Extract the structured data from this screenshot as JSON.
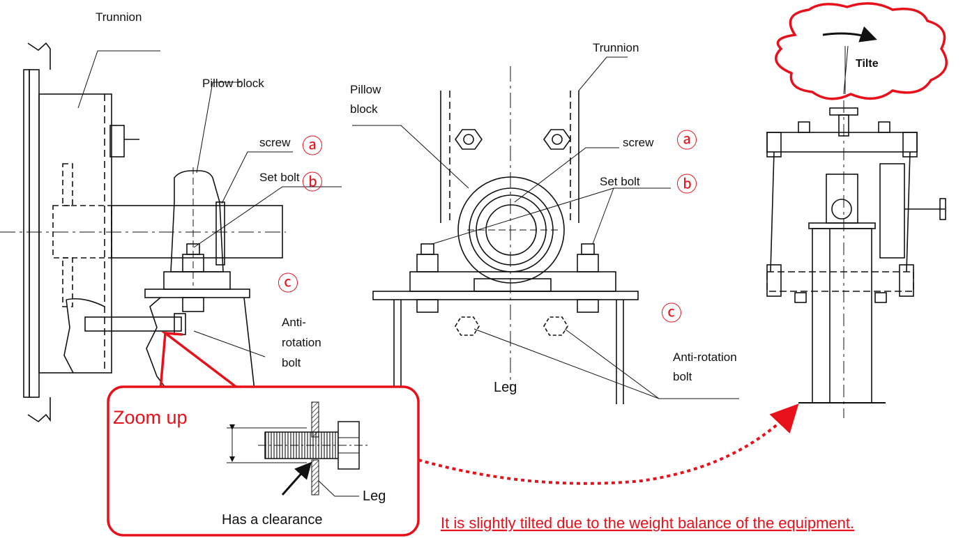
{
  "side_view": {
    "trunnion": "Trunnion",
    "pillow_block": "Pillow block",
    "screw": "screw",
    "set_bolt": "Set bolt",
    "anti_rotation_1": "Anti-",
    "anti_rotation_2": "rotation",
    "anti_rotation_3": "bolt",
    "marker_a": "ⓐ",
    "marker_b": "ⓑ",
    "marker_c": "ⓒ"
  },
  "front_view": {
    "trunnion": "Trunnion",
    "pillow_1": "Pillow",
    "pillow_2": "block",
    "screw": "screw",
    "set_bolt": "Set bolt",
    "leg": "Leg",
    "anti_rotation_1": "Anti-rotation",
    "anti_rotation_2": "bolt",
    "marker_a": "ⓐ",
    "marker_b": "ⓑ",
    "marker_c": "ⓒ"
  },
  "zoom": {
    "title": "Zoom up",
    "clearance": "Has a clearance",
    "leg": "Leg"
  },
  "equipment": {
    "tilt": "Tilte",
    "note": "It is slightly tilted due to the weight balance of the equipment."
  },
  "colors": {
    "accent": "#e8101a",
    "line": "#111111"
  }
}
